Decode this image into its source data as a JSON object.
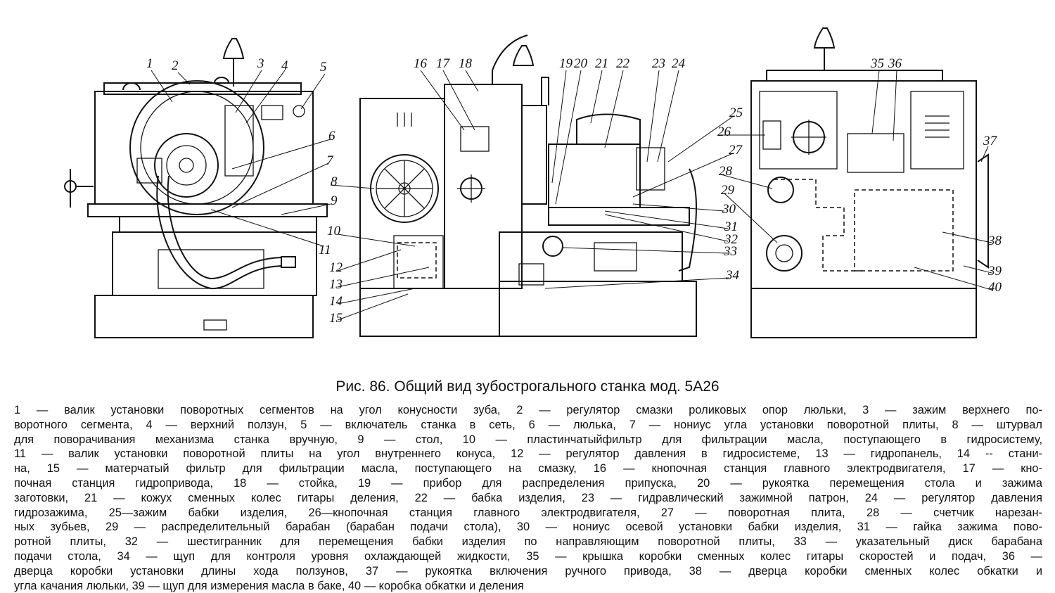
{
  "figure": {
    "title": "Рис. 86. Общий вид зубострогального станка мод. 5А26",
    "callouts": [
      "1",
      "2",
      "3",
      "4",
      "5",
      "6",
      "7",
      "8",
      "9",
      "10",
      "11",
      "12",
      "13",
      "14",
      "15",
      "16",
      "17",
      "18",
      "19",
      "20",
      "21",
      "22",
      "23",
      "24",
      "25",
      "26",
      "27",
      "28",
      "29",
      "30",
      "31",
      "32",
      "33",
      "34",
      "35",
      "36",
      "37",
      "38",
      "39",
      "40"
    ],
    "caption_lines": [
      "1 — валик установки поворотных сегментов на угол конусности зуба, 2 — регулятор смазки роликовых опор люльки, 3 — зажим верхнего по-",
      "воротного сегмента, 4 — верхний ползун, 5 — включатель станка в сеть, 6 — люлька, 7 — нониус угла установки поворотной плиты, 8 — штурвал",
      "для поворачивания механизма станка вручную, 9 — стол, 10 — пластинчатыйфильтр для фильтрации масла, поступающего в гидросистему,",
      "11 — валик установки поворотной плиты на угол внутреннего конуса, 12 — регулятор давления в гидросистеме, 13 — гидропанель, 14 -- стани-",
      "на, 15 — матерчатый фильтр для фильтрации масла, поступающего на смазку, 16 — кнопочная станция главного электродвигателя, 17 — кно-",
      "почная станция гидропривода, 18 — стойка, 19 — прибор для распределения припуска, 20 — рукоятка перемещения стола и зажима",
      "заготовки, 21 — кожух сменных колес гитары деления, 22 — бабка изделия, 23 — гидравлический зажимной патрон, 24 — регулятор давления",
      "гидрозажима, 25—зажим бабки изделия, 26—кнопочная станция главного электродвигателя, 27 — поворотная плита, 28 — счетчик нарезан-",
      "ных зубьев, 29 — распределительный барабан (барабан подачи стола), 30 — нониус осевой установки бабки изделия, 31 — гайка зажима пово-",
      "ротной плиты, 32 — шестигранник для перемещения бабки изделия по направляющим поворотной плиты, 33 — указательный диск барабана",
      "подачи стола, 34 — щуп для контроля уровня охлаждающей жидкости, 35 — крышка коробки сменных колес гитары скоростей и подач, 36 —",
      "дверца коробки установки длины хода ползунов, 37 — рукоятка включения ручного привода, 38 — дверца коробки сменных колес обкатки и",
      "угла качания люльки, 39 — щуп для измерения масла в баке, 40 — коробка обкатки и деления"
    ]
  }
}
